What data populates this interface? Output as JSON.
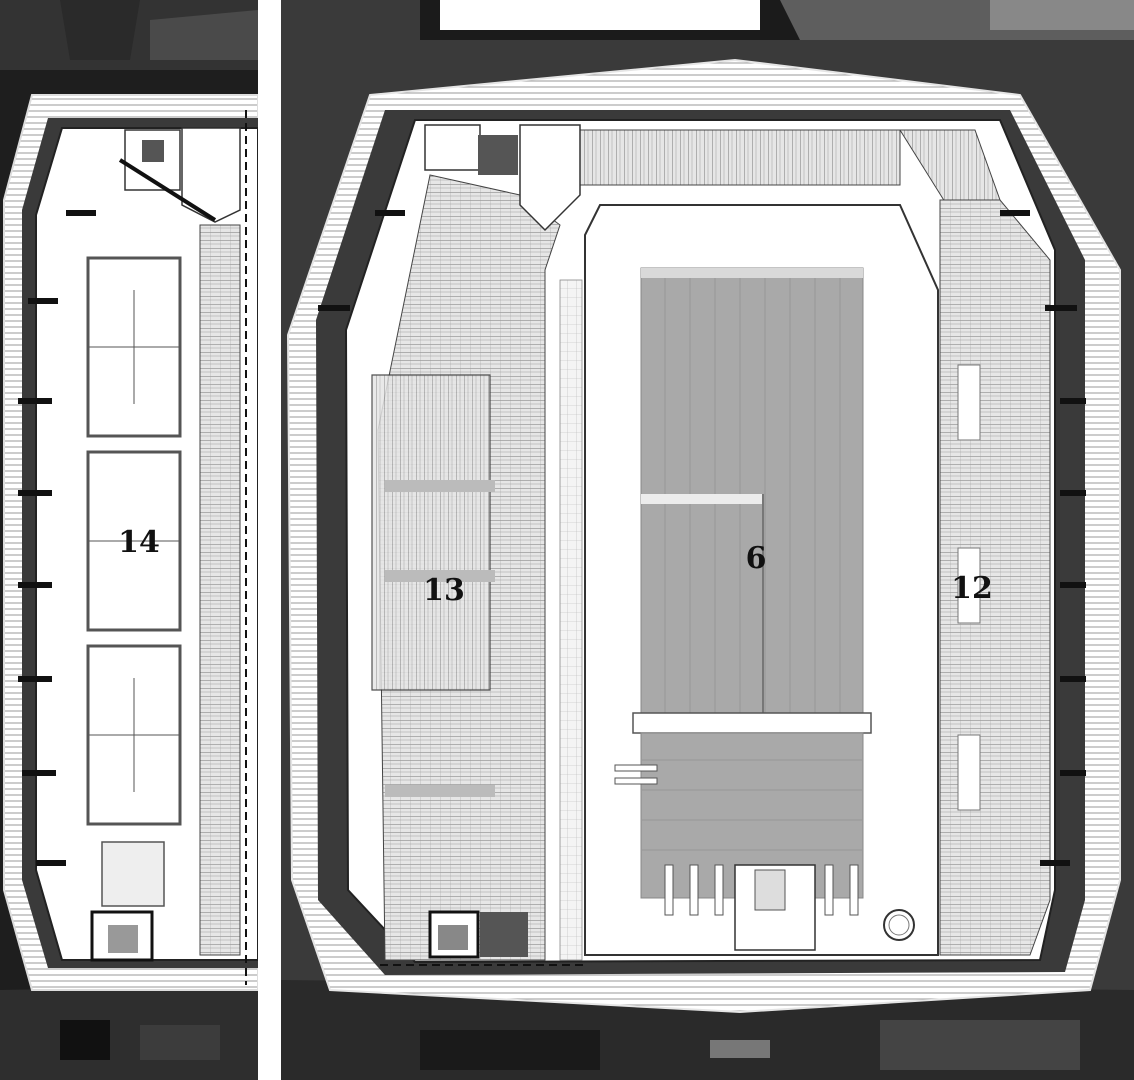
{
  "labels": {
    "left_hall": "14",
    "pool": "6",
    "east_stand": "12",
    "west_stand": "13"
  },
  "colors": {
    "ground_dark": "#1b1b1b",
    "ground_mid": "#3a3a3a",
    "ground_light": "#5a5a5a",
    "floor_white": "#ffffff",
    "pool_grey": "#a9a9a9",
    "seat_grey": "#d4d4d4",
    "line": "#2a2a2a"
  }
}
